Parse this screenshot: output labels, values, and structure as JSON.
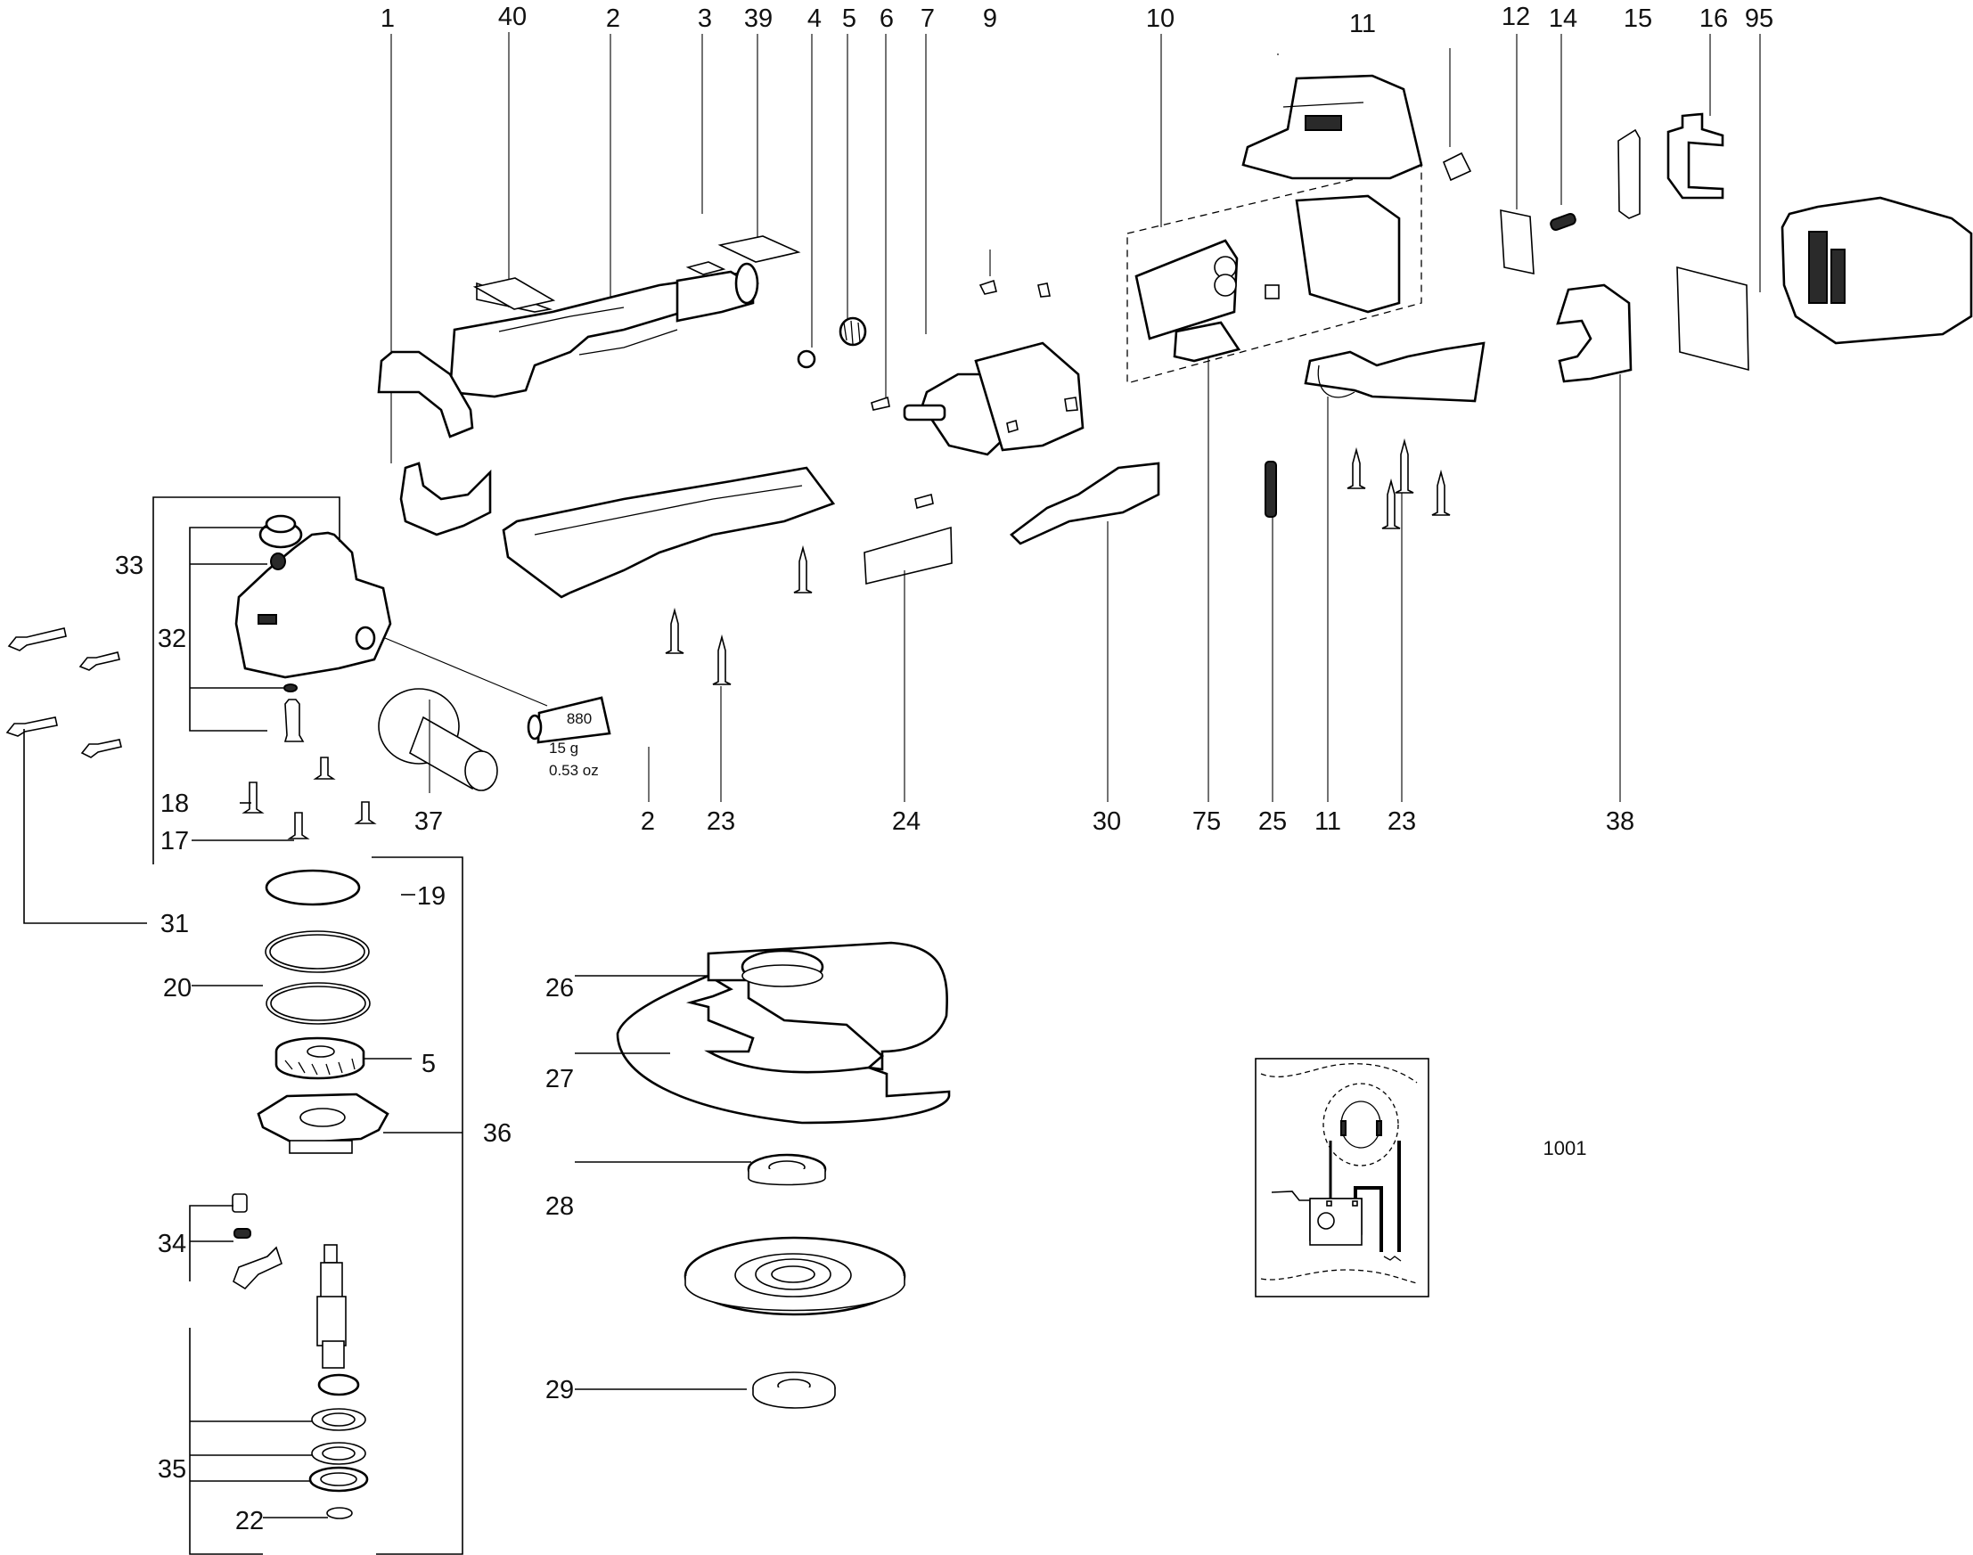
{
  "diagram": {
    "type": "exploded-parts-view",
    "subject": "cordless angle grinder",
    "callouts": {
      "top": [
        "1",
        "40",
        "2",
        "3",
        "39",
        "4",
        "5",
        "6",
        "7",
        "9",
        "10",
        "11",
        "12",
        "14",
        "15",
        "16",
        "95"
      ],
      "bottom_row": [
        "37",
        "2",
        "23",
        "24",
        "30",
        "75",
        "25",
        "11",
        "23",
        "38"
      ],
      "left_column": [
        "33",
        "32",
        "18",
        "17",
        "31",
        "19",
        "20",
        "5",
        "36",
        "34",
        "35",
        "22"
      ],
      "guard_column": [
        "26",
        "27",
        "28",
        "29"
      ],
      "wiring_inset": "1001"
    },
    "grease_tube": {
      "code": "880",
      "weight_g": "15 g",
      "weight_oz": "0.53  oz"
    }
  }
}
